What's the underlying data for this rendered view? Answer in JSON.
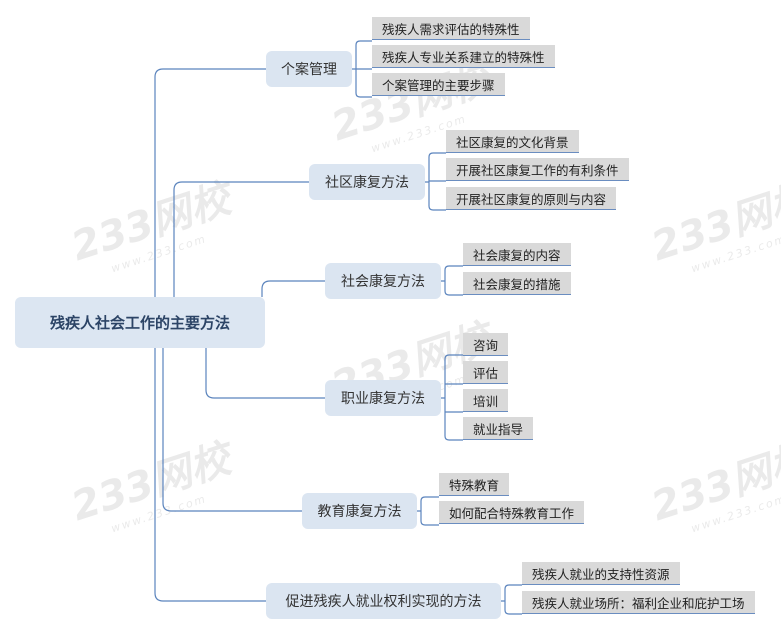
{
  "root": "残疾人社会工作的主要方法",
  "branches": [
    {
      "label": "个案管理",
      "leaves": [
        "残疾人需求评估的特殊性",
        "残疾人专业关系建立的特殊性",
        "个案管理的主要步骤"
      ]
    },
    {
      "label": "社区康复方法",
      "leaves": [
        "社区康复的文化背景",
        "开展社区康复工作的有利条件",
        "开展社区康复的原则与内容"
      ]
    },
    {
      "label": "社会康复方法",
      "leaves": [
        "社会康复的内容",
        "社会康复的措施"
      ]
    },
    {
      "label": "职业康复方法",
      "leaves": [
        "咨询",
        "评估",
        "培训",
        "就业指导"
      ]
    },
    {
      "label": "教育康复方法",
      "leaves": [
        "特殊教育",
        "如何配合特殊教育工作"
      ]
    },
    {
      "label": "促进残疾人就业权利实现的方法",
      "leaves": [
        "残疾人就业的支持性资源",
        "残疾人就业场所：福利企业和庇护工场"
      ]
    }
  ],
  "watermark": {
    "brand": "233网校",
    "url": "www.233.com"
  },
  "colors": {
    "line": "#5b84bd",
    "branch_fill": "#dbe5f1",
    "leaf_fill": "#d9d9d9"
  }
}
